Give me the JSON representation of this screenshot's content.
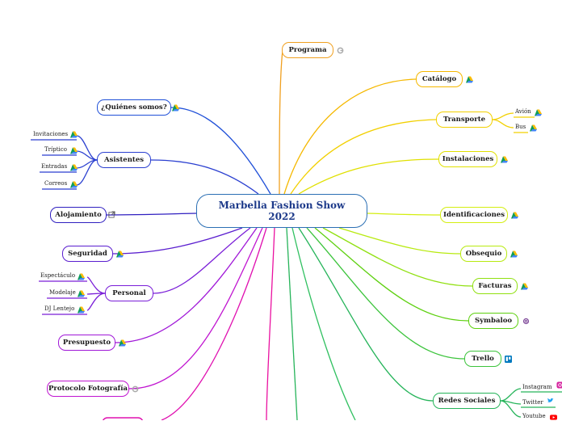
{
  "root": {
    "line1": "Marbella Fashion Show",
    "line2": "2022"
  },
  "right": {
    "programa": "Programa",
    "catalogo": "Catálogo",
    "transporte": "Transporte",
    "avion": "Avión",
    "bus": "Bus",
    "instalaciones": "Instalaciones",
    "identificaciones": "Identificaciones",
    "obsequio": "Obsequio",
    "facturas": "Facturas",
    "symbaloo": "Symbaloo",
    "trello": "Trello",
    "redes": "Redes Sociales",
    "instagram": "Instagram",
    "twitter": "Twitter",
    "youtube": "Youtube"
  },
  "left": {
    "quienes": "¿Quiénes somos?",
    "asistentes": "Asistentes",
    "invitaciones": "Invitaciones",
    "triptico": "Tríptico",
    "entradas": "Entradas",
    "correos": "Correos",
    "alojamiento": "Alojamiento",
    "seguridad": "Seguridad",
    "personal": "Personal",
    "espectaculo": "Espectáculo",
    "modelaje": "Modelaje",
    "dj": "DJ Lentejo",
    "presupuesto": "Presupuesto",
    "protocolo": "Protocolo Fotografía"
  },
  "colors": {
    "programa": "#f0a020",
    "catalogo": "#f5b800",
    "transporte": "#f2d000",
    "instalaciones": "#e0e000",
    "identificaciones": "#d4ee10",
    "obsequio": "#b8ea10",
    "facturas": "#90e010",
    "symbaloo": "#5ed010",
    "trello": "#3cc43c",
    "redes": "#26b45a",
    "quienes": "#2050d8",
    "asistentes": "#2a3fd0",
    "alojamiento": "#3020c0",
    "seguridad": "#5a1ecf",
    "personal": "#7a1ed8",
    "presupuesto": "#a018d8",
    "protocolo": "#c014d0",
    "bottom": "#e010b0"
  },
  "icons": [
    "google-drive-icon",
    "google-icon",
    "external-link-icon",
    "tor-icon",
    "trello-icon",
    "instagram-icon",
    "twitter-icon",
    "youtube-icon"
  ]
}
